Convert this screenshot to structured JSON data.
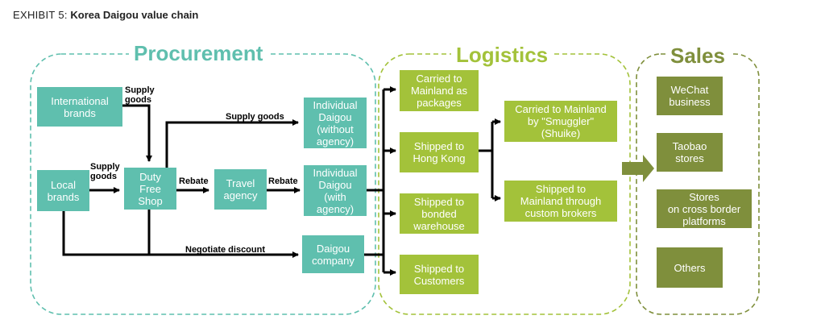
{
  "exhibit": {
    "label": "EXHIBIT 5:",
    "title": "Korea Daigou value chain"
  },
  "colors": {
    "procurement": "#5fbfae",
    "logistics": "#a3c23a",
    "sales": "#7f8f3c",
    "arrow": "#000000"
  },
  "sections": {
    "procurement": "Procurement",
    "logistics": "Logistics",
    "sales": "Sales"
  },
  "nodes": {
    "international_brands": "International\nbrands",
    "local_brands": "Local\nbrands",
    "duty_free_shop": "Duty\nFree\nShop",
    "travel_agency": "Travel\nagency",
    "individual_daigou_without": "Individual\nDaigou\n(without\nagency)",
    "individual_daigou_with": "Individual\nDaigou\n(with\nagency)",
    "daigou_company": "Daigou\ncompany",
    "carried_packages": "Carried to\nMainland as\npackages",
    "shipped_hong_kong": "Shipped to\nHong Kong",
    "shipped_bonded": "Shipped to\nbonded\nwarehouse",
    "shipped_customers": "Shipped to\nCustomers",
    "carried_smuggler": "Carried to Mainland\nby \"Smuggler\"\n(Shuike)",
    "shipped_brokers": "Shipped to\nMainland through\ncustom brokers",
    "wechat": "WeChat\nbusiness",
    "taobao": "Taobao\nstores",
    "cross_border": "Stores\non cross border\nplatforms",
    "others": "Others"
  },
  "edge_labels": {
    "supply_goods_intl": "Supply\ngoods",
    "supply_goods_local": "Supply\ngoods",
    "supply_goods_top": "Supply goods",
    "rebate_1": "Rebate",
    "rebate_2": "Rebate",
    "negotiate_discount": "Negotiate discount"
  }
}
